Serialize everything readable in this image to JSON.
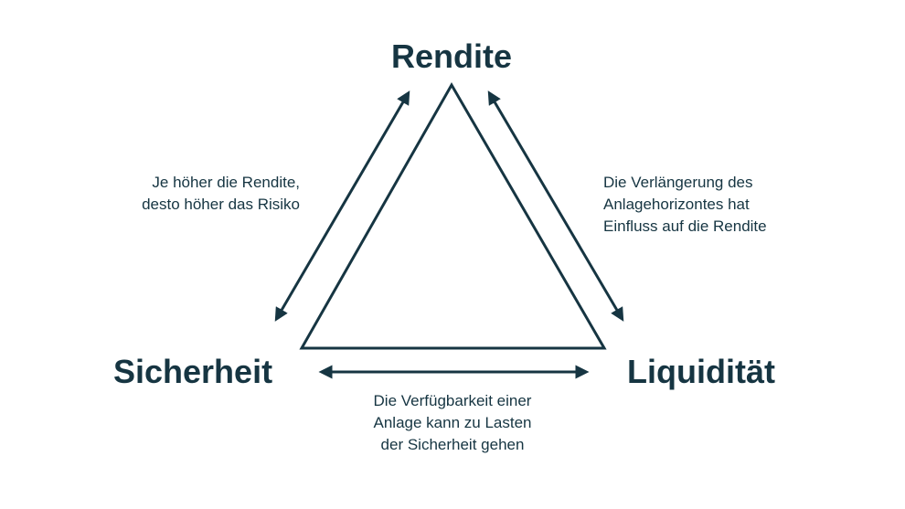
{
  "colors": {
    "ink": "#163542",
    "background": "#ffffff"
  },
  "corners": {
    "top": "Rendite",
    "left": "Sicherheit",
    "right": "Liquidität"
  },
  "notes": {
    "left_edge": [
      "Je höher die Rendite,",
      "desto höher das Risiko"
    ],
    "right_edge": [
      "Die Verlängerung des",
      "Anlagehorizontes hat",
      "Einfluss auf die Rendite"
    ],
    "bottom_edge": [
      "Die Verfügbarkeit einer",
      "Anlage kann zu Lasten",
      "der Sicherheit gehen"
    ]
  }
}
